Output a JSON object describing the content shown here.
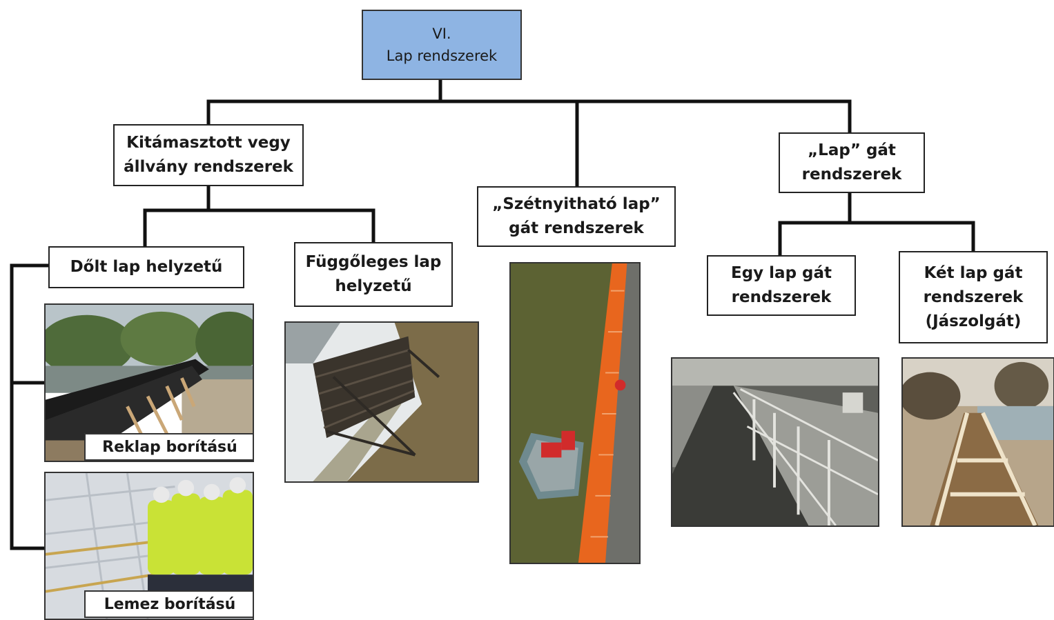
{
  "root": {
    "line1": "VI.",
    "line2": "Lap rendszerek"
  },
  "categories": {
    "supported": {
      "line1": "Kitámasztott vegy",
      "line2": "állvány rendszerek"
    },
    "openable": {
      "line1": "„Szétnyitható lap”",
      "line2": "gát rendszerek"
    },
    "sheet": {
      "line1": "„Lap” gát",
      "line2": "rendszerek"
    }
  },
  "subcategories": {
    "tilted": {
      "line1": "Dőlt lap helyzetű"
    },
    "vertical": {
      "line1": "Függőleges lap",
      "line2": "helyzetű"
    },
    "single": {
      "line1": "Egy lap gát",
      "line2": "rendszerek"
    },
    "double": {
      "line1": "Két lap gát",
      "line2": "rendszerek",
      "line3": "(Jászolgát)"
    }
  },
  "captions": {
    "reklap": "Reklap borítású",
    "lemez": "Lemez borítású"
  },
  "colors": {
    "root_fill": "#8eb4e3",
    "connector": "#111111",
    "barrier_orange": "#e8661e"
  }
}
